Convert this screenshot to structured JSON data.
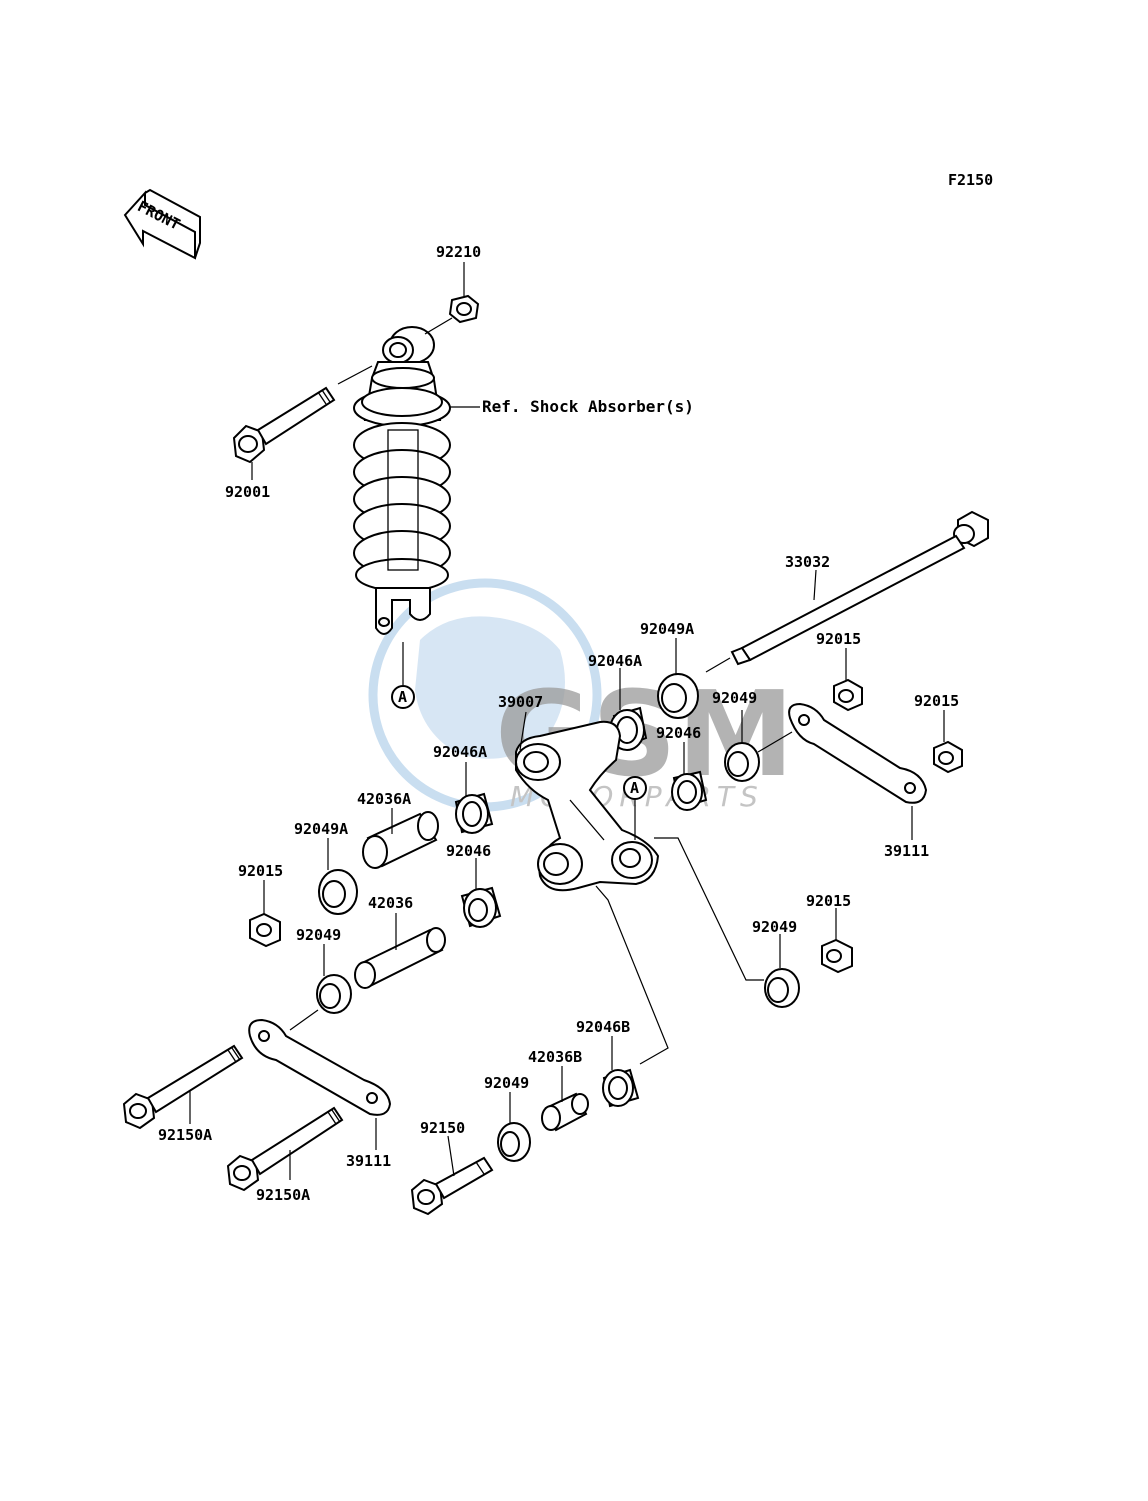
{
  "diagram_code": "F2150",
  "front_arrow": {
    "text": "FRONT",
    "icon": "front-direction-arrow-icon"
  },
  "reference_note": "Ref. Shock Absorber(s)",
  "connector_marker": "A",
  "watermark": {
    "brand": "GSM",
    "sub": "MOTORPARTS",
    "colors": {
      "globe": "#c9def0",
      "text": "#9a9a9a",
      "sub": "#c4c4c4"
    }
  },
  "part_labels": {
    "p92210": "92210",
    "p92001": "92001",
    "p33032": "33032",
    "p92049A_top": "92049A",
    "p92015_a": "92015",
    "p92015_b": "92015",
    "p92046A_top": "92046A",
    "p39007": "39007",
    "p92049_top": "92049",
    "p92046_top": "92046",
    "p92046A_left": "92046A",
    "p42036A": "42036A",
    "p92049A_left": "92049A",
    "p92015_left": "92015",
    "p92046_left": "92046",
    "p42036": "42036",
    "p92049_left": "92049",
    "p39111_right": "39111",
    "p92015_c": "92015",
    "p92049_right": "92049",
    "p92046B": "92046B",
    "p42036B": "42036B",
    "p92049_bottom": "92049",
    "p92150": "92150",
    "p92150A_a": "92150A",
    "p39111_left": "39111",
    "p92150A_b": "92150A"
  }
}
